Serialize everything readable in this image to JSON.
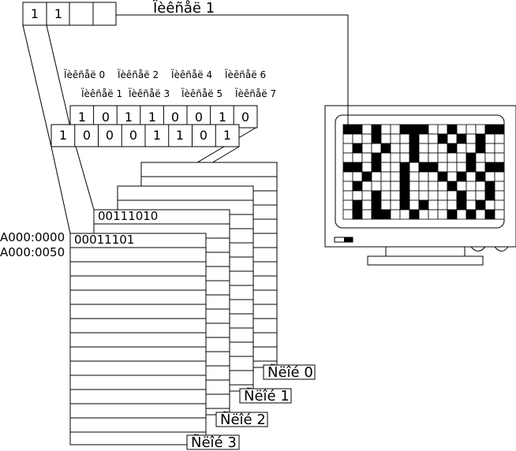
{
  "top_pixel": {
    "bits": [
      "1",
      "1",
      "",
      ""
    ],
    "label": "Ïèêñåë 1"
  },
  "pixel_labels_top": [
    "Ïèêñåë 0",
    "Ïèêñåë 2",
    "Ïèêñåë 4",
    "Ïèêñåë 6"
  ],
  "pixel_labels_bottom": [
    "Ïèêñåë 1",
    "Ïèêñåë 3",
    "Ïèêñåë 5",
    "Ïèêñåë 7"
  ],
  "byte_back": [
    "1",
    "0",
    "1",
    "1",
    "0",
    "0",
    "1",
    "0"
  ],
  "byte_front": [
    "1",
    "0",
    "0",
    "0",
    "1",
    "1",
    "0",
    "1"
  ],
  "planes": [
    {
      "label": "Ñëîé 0",
      "value": ""
    },
    {
      "label": "Ñëîé 1",
      "value": ""
    },
    {
      "label": "Ñëîé 2",
      "value": "00111010"
    },
    {
      "label": "Ñëîé 3",
      "value": "00011101"
    }
  ],
  "addresses": [
    "A000:0000",
    "A000:0050"
  ],
  "screen_grid": [
    "11.1..111..1...11",
    "...1...1..1.1.1..",
    ".1..1..1...1..1..",
    "...1...1.....1...",
    "11.1..1.11...1.11",
    "..1...1...1.1.1..",
    ".1....1....1...1.",
    "...1..1.....1..1.",
    ".1.1..1.1...1.1..",
    ".1.11..1...1.1.1."
  ]
}
